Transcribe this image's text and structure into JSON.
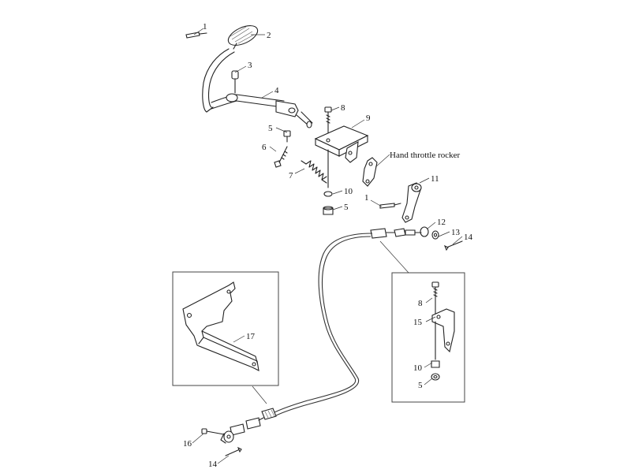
{
  "callouts": {
    "c1a": "1",
    "c2": "2",
    "c3": "3",
    "c4": "4",
    "c5a": "5",
    "c6": "6",
    "c7": "7",
    "c8a": "8",
    "c9": "9",
    "c10a": "10",
    "c5b": "5",
    "c11": "11",
    "c1b": "1",
    "c12": "12",
    "c13": "13",
    "c14a": "14",
    "c8b": "8",
    "c15": "15",
    "c10b": "10",
    "c5c": "5",
    "c17": "17",
    "c16": "16",
    "c14b": "14"
  },
  "annotation": "Hand throttle rocker"
}
